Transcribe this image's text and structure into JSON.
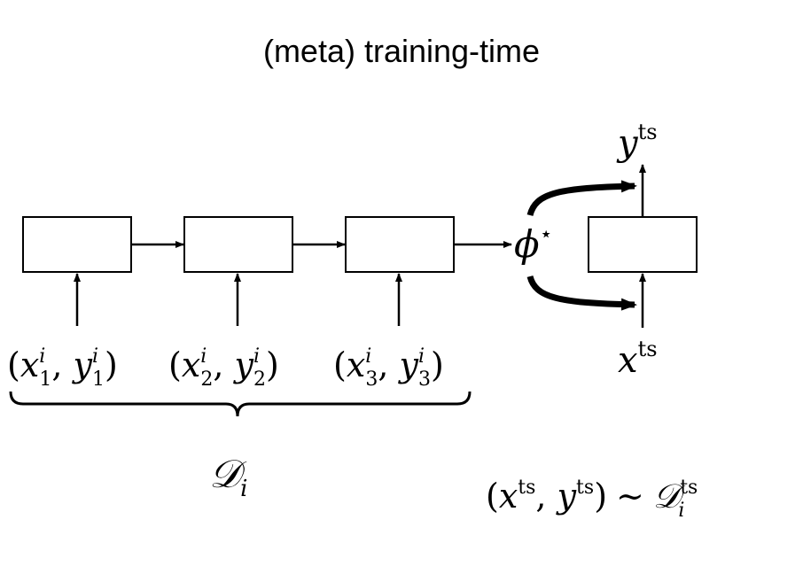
{
  "title": "(meta) training-time",
  "blocks": [
    {
      "input": {
        "x": "x",
        "y": "y",
        "sup": "i",
        "sub": "1"
      }
    },
    {
      "input": {
        "x": "x",
        "y": "y",
        "sup": "i",
        "sub": "2"
      }
    },
    {
      "input": {
        "x": "x",
        "y": "y",
        "sup": "i",
        "sub": "3"
      }
    }
  ],
  "dataset_label": {
    "symbol": "𝒟",
    "sub": "i"
  },
  "phi_label": {
    "symbol": "ϕ",
    "sup": "⋆"
  },
  "test": {
    "output": {
      "symbol": "y",
      "sup": "ts"
    },
    "input": {
      "symbol": "x",
      "sup": "ts"
    },
    "sampling": {
      "open": "(",
      "x": "x",
      "comma": ", ",
      "y": "y",
      "close": ")",
      "tilde": "∼",
      "dist": "𝒟",
      "dist_sub": "i",
      "sup": "ts"
    }
  },
  "colors": {
    "stroke": "#000000",
    "background": "#ffffff"
  }
}
